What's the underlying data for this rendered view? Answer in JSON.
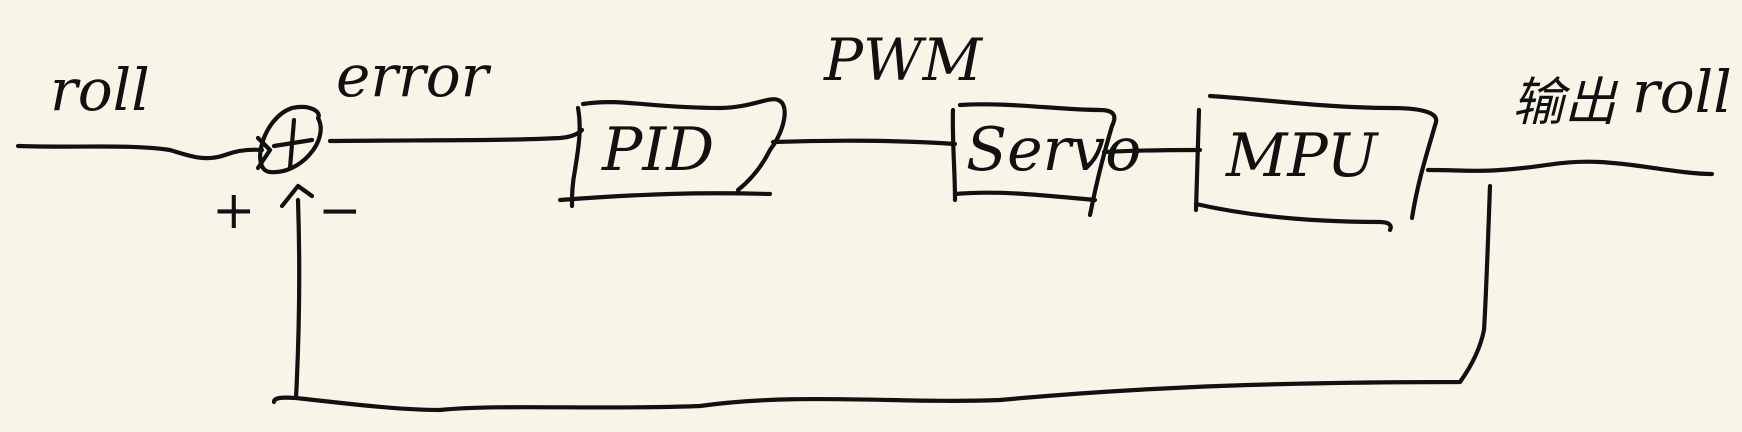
{
  "diagram": {
    "input_label": "roll",
    "error_label": "error",
    "pwm_label": "PWM",
    "plus_sign": "+",
    "minus_sign": "−",
    "summing_symbol": "⊕",
    "blocks": {
      "controller": "PID",
      "actuator": "Servo",
      "sensor": "MPU"
    },
    "output_label_prefix": "输出",
    "output_label": "roll"
  },
  "colors": {
    "background": "#f8f5e8",
    "ink": "#111111"
  }
}
